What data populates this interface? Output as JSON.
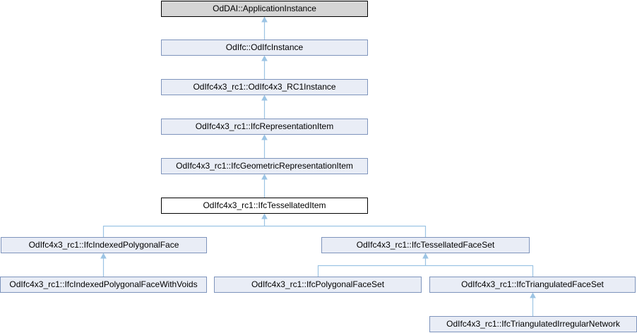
{
  "diagram": {
    "type": "class-inheritance-graph",
    "colors": {
      "node_fill": "#e9edf6",
      "node_border": "#7e94bc",
      "gray_node_fill": "#d5d5d5",
      "current_node_fill": "#ffffff",
      "black_border": "#000000",
      "edge": "#9cc4e4",
      "text": "#000000",
      "background": "#ffffff"
    },
    "nodes": {
      "application_instance": {
        "label": "OdDAI::ApplicationInstance",
        "style": "gray"
      },
      "odifc_instance": {
        "label": "OdIfc::OdIfcInstance",
        "style": "linked"
      },
      "rc1_instance": {
        "label": "OdIfc4x3_rc1::OdIfc4x3_RC1Instance",
        "style": "linked"
      },
      "representation_item": {
        "label": "OdIfc4x3_rc1::IfcRepresentationItem",
        "style": "linked"
      },
      "geometric_representation_item": {
        "label": "OdIfc4x3_rc1::IfcGeometricRepresentationItem",
        "style": "linked"
      },
      "tessellated_item": {
        "label": "OdIfc4x3_rc1::IfcTessellatedItem",
        "style": "current"
      },
      "indexed_polygonal_face": {
        "label": "OdIfc4x3_rc1::IfcIndexedPolygonalFace",
        "style": "linked"
      },
      "tessellated_face_set": {
        "label": "OdIfc4x3_rc1::IfcTessellatedFaceSet",
        "style": "linked"
      },
      "indexed_polygonal_face_with_voids": {
        "label": "OdIfc4x3_rc1::IfcIndexedPolygonalFaceWithVoids",
        "style": "linked"
      },
      "polygonal_face_set": {
        "label": "OdIfc4x3_rc1::IfcPolygonalFaceSet",
        "style": "linked"
      },
      "triangulated_face_set": {
        "label": "OdIfc4x3_rc1::IfcTriangulatedFaceSet",
        "style": "linked"
      },
      "triangulated_irregular_network": {
        "label": "OdIfc4x3_rc1::IfcTriangulatedIrregularNetwork",
        "style": "linked"
      }
    },
    "edges": [
      {
        "from": "odifc_instance",
        "to": "application_instance"
      },
      {
        "from": "rc1_instance",
        "to": "odifc_instance"
      },
      {
        "from": "representation_item",
        "to": "rc1_instance"
      },
      {
        "from": "geometric_representation_item",
        "to": "representation_item"
      },
      {
        "from": "tessellated_item",
        "to": "geometric_representation_item"
      },
      {
        "from": "indexed_polygonal_face",
        "to": "tessellated_item"
      },
      {
        "from": "tessellated_face_set",
        "to": "tessellated_item"
      },
      {
        "from": "indexed_polygonal_face_with_voids",
        "to": "indexed_polygonal_face"
      },
      {
        "from": "polygonal_face_set",
        "to": "tessellated_face_set"
      },
      {
        "from": "triangulated_face_set",
        "to": "tessellated_face_set"
      },
      {
        "from": "triangulated_irregular_network",
        "to": "triangulated_face_set"
      }
    ]
  }
}
